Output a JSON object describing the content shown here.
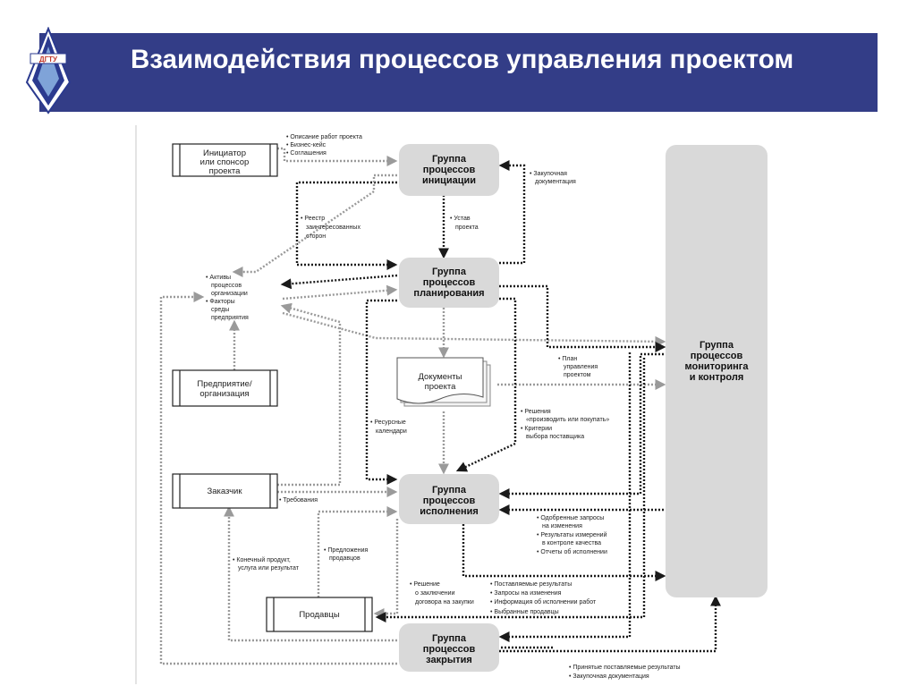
{
  "slide": {
    "title": "Взаимодействия процессов управления проектом",
    "logo_text": "ДГТУ"
  },
  "colors": {
    "header": "#333d87",
    "process_box": "#d9d9d9",
    "flow_dark": "#1a1a1a",
    "flow_light": "#9a9a9a"
  },
  "process_groups": {
    "initiation": [
      "Группа",
      "процессов",
      "инициации"
    ],
    "planning": [
      "Группа",
      "процессов",
      "планирования"
    ],
    "execution": [
      "Группа",
      "процессов",
      "исполнения"
    ],
    "closing": [
      "Группа",
      "процессов",
      "закрытия"
    ],
    "monitoring": [
      "Группа",
      "процессов",
      "мониторинга",
      "и контроля"
    ]
  },
  "entities": {
    "sponsor": [
      "Инициатор",
      "или спонсор",
      "проекта"
    ],
    "enterprise": [
      "Предприятие/",
      "организация"
    ],
    "customer": "Заказчик",
    "sellers": "Продавцы",
    "documents": [
      "Документы",
      "проекта"
    ]
  },
  "labels": {
    "sponsor_out": [
      "• Описание работ проекта",
      "• Бизнес-кейс",
      "• Соглашения"
    ],
    "procurement_docs": [
      "• Закупочная",
      "документация"
    ],
    "stakeholder_register": [
      "• Реестр",
      "заинтересованных",
      "сторон"
    ],
    "charter": [
      "• Устав",
      "проекта"
    ],
    "assets_factors": [
      "• Активы",
      "процессов",
      "организации",
      "• Факторы",
      "среды",
      "предприятия"
    ],
    "mgmt_plan": [
      "• План",
      "управления",
      "проектом"
    ],
    "resource_calendars": [
      "• Ресурсные",
      "календари"
    ],
    "make_or_buy": [
      "• Решения",
      "«производить или покупать»",
      "• Критерии",
      "выбора поставщика"
    ],
    "requirements": "• Требования",
    "exec_to_mc": [
      "• Одобренные запросы",
      "на изменения",
      "• Результаты измерений",
      "в контроле качества",
      "• Отчеты об исполнении"
    ],
    "product": [
      "• Конечный продукт,",
      "услуга или результат"
    ],
    "seller_proposals": [
      "• Предложения",
      "продавцов"
    ],
    "contract_decision": [
      "• Решение",
      "о заключении",
      "договора на закупки"
    ],
    "sellers_flow": [
      "• Поставляемые результаты",
      "• Запросы на изменения",
      "• Информация об исполнении работ",
      "• Выбранные продавцы"
    ],
    "closing_flow": [
      "• Принятые поставляемые результаты",
      "• Закупочная документация"
    ]
  }
}
